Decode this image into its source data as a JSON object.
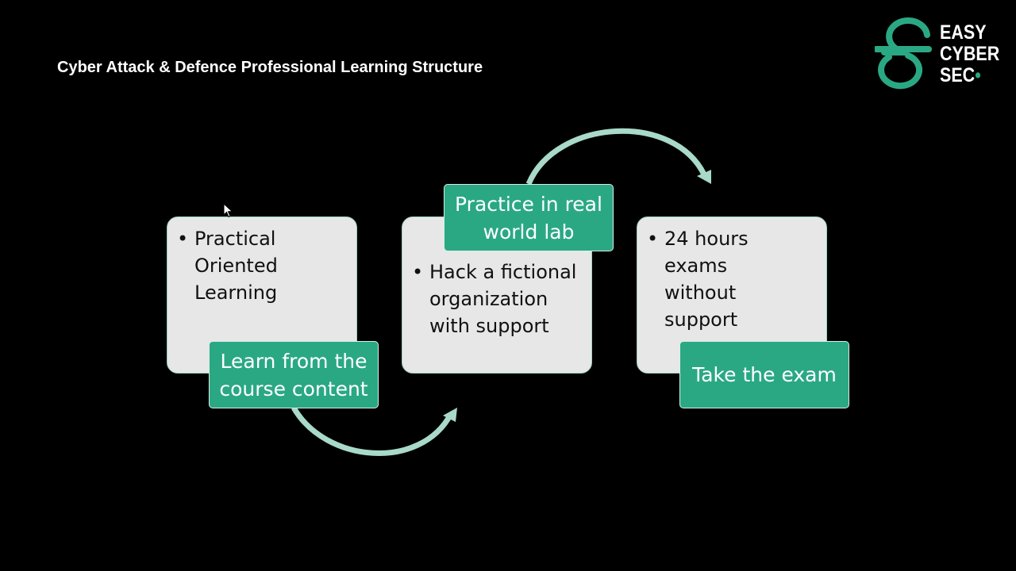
{
  "slide": {
    "title": "Cyber Attack & Defence Professional Learning Structure"
  },
  "logo": {
    "line1": "EASY",
    "line2": "CYBER",
    "line3": "SEC",
    "dot": "•",
    "icon": "stylized-s-logo-icon"
  },
  "colors": {
    "background": "#000000",
    "accent": "#2aa884",
    "card": "#e7e7e7",
    "arrow": "#a8d9c9"
  },
  "steps": [
    {
      "label_line1": "Learn from the",
      "label_line2": "course content",
      "bullet_lines": [
        "Practical",
        "Oriented",
        "Learning"
      ]
    },
    {
      "label_line1": "Practice in real",
      "label_line2": "world lab",
      "bullet_lines": [
        "Hack a fictional",
        "organization",
        "with support"
      ]
    },
    {
      "label_line1": "Take the exam",
      "label_line2": "",
      "bullet_lines": [
        "24 hours exams",
        "without",
        "support"
      ]
    }
  ]
}
